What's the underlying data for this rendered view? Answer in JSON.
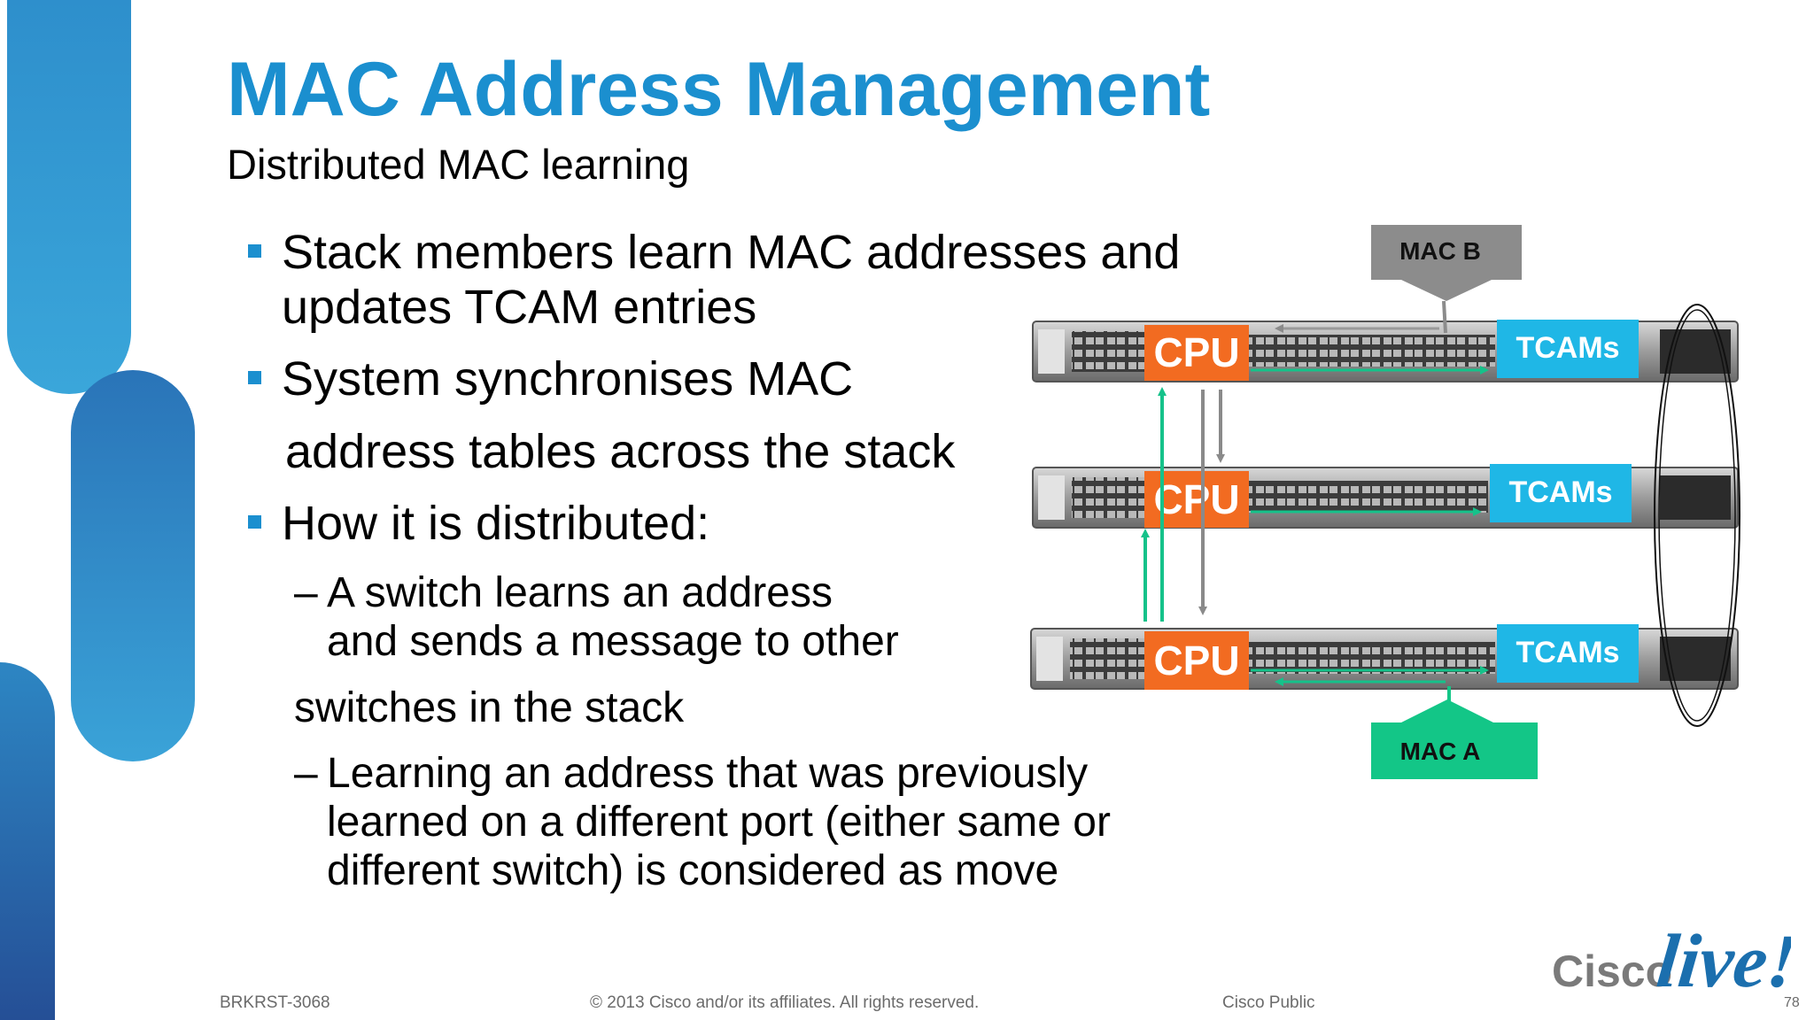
{
  "slide": {
    "title": "MAC Address Management",
    "subtitle": "Distributed MAC learning",
    "bullets": [
      {
        "lines": [
          "Stack members learn MAC addresses and",
          "updates TCAM entries"
        ]
      },
      {
        "lines": [
          "System synchronises MAC",
          "address tables across the stack"
        ]
      },
      {
        "lines": [
          "How it is distributed:"
        ]
      }
    ],
    "sub_bullets": [
      {
        "dash": "–",
        "lines": [
          "A switch learns an address",
          "and sends a message to other",
          "switches in the stack"
        ]
      },
      {
        "dash": "–",
        "lines": [
          "Learning an address that was previously",
          "learned on a different port (either same or",
          "different switch) is considered as move"
        ]
      }
    ]
  },
  "diagram": {
    "switches": [
      {
        "cpu_label": "CPU",
        "tcam_label": "TCAMs"
      },
      {
        "cpu_label": "CPU",
        "tcam_label": "TCAMs"
      },
      {
        "cpu_label": "CPU",
        "tcam_label": "TCAMs"
      }
    ],
    "mac_b": "MAC B",
    "mac_a": "MAC A",
    "colors": {
      "cpu": "#f26b21",
      "tcam": "#1fb7e6",
      "arrow_green": "#15c28a",
      "arrow_gray": "#8a8a8a",
      "mac_b_box": "#8c8c8c",
      "mac_a_box": "#13c687"
    }
  },
  "footer": {
    "session_code": "BRKRST-3068",
    "copyright": "© 2013 Cisco and/or its affiliates. All rights reserved.",
    "classification": "Cisco Public",
    "page_number": "78"
  },
  "logo": {
    "word1": "Cisco",
    "word2": "live!"
  },
  "accent": "#1b8fcf"
}
